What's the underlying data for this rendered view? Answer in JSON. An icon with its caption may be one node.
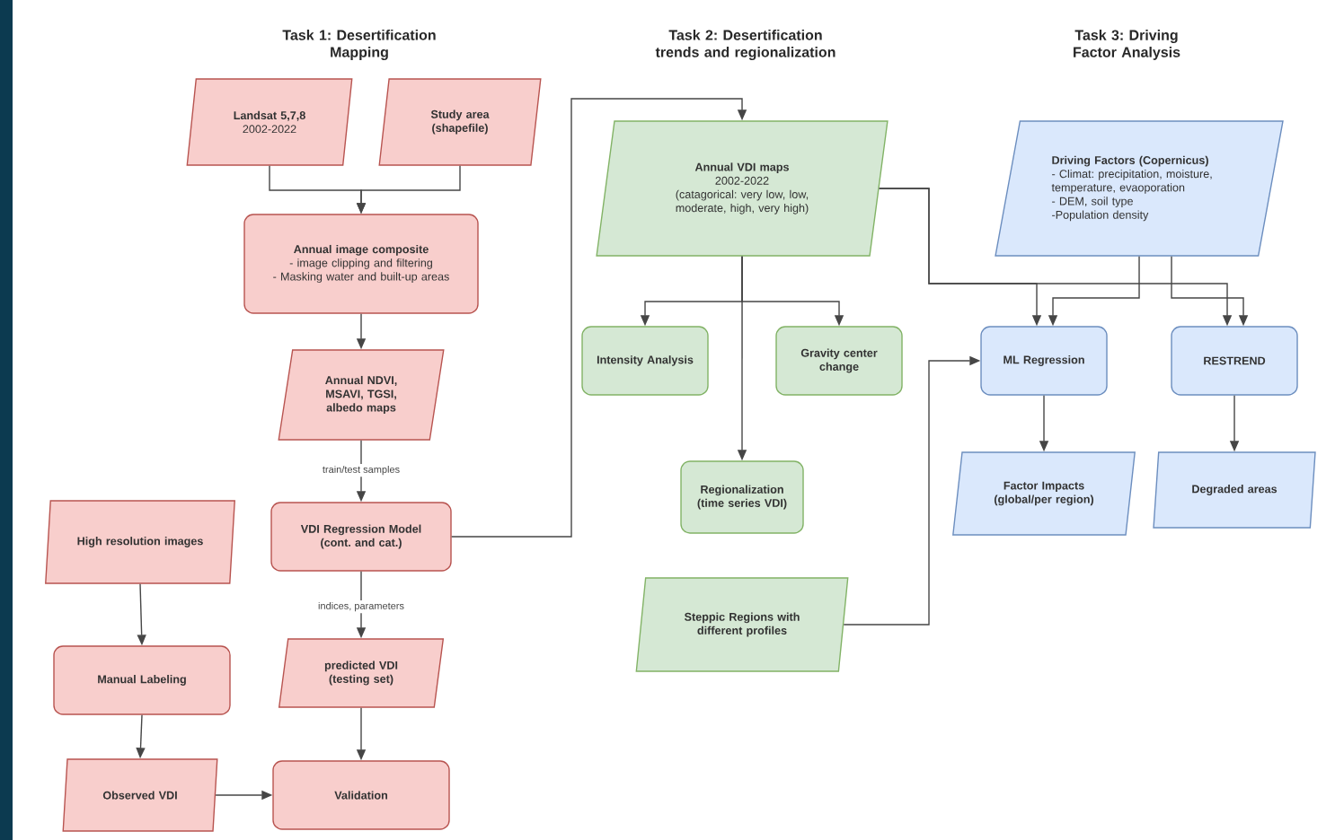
{
  "diagram": {
    "nodes": [
      {
        "text": [
          "Landsat 5,7,8",
          "2002-2022"
        ]
      },
      {
        "text": [
          "Study area",
          "(shapefile)"
        ]
      },
      {
        "text": [
          "Annual image composite",
          "- image clipping and filtering",
          "- Masking water and built-up areas"
        ]
      },
      {
        "text": [
          "Annual NDVI, MSAVI, TGSI, albedo maps"
        ]
      },
      {
        "text": [
          "VDI Regression Model",
          "(cont. and cat.)"
        ]
      },
      {
        "text": [
          "predicted VDI (testing set)"
        ]
      },
      {
        "text": [
          "Validation"
        ]
      },
      {
        "text": [
          "High resolution images"
        ]
      },
      {
        "text": [
          "Manual Labeling"
        ]
      },
      {
        "text": [
          "Observed VDI"
        ]
      },
      {
        "text": [
          "Annual VDI maps",
          "2002-2022",
          "(catagorical: very low, low, moderate, high, very high)"
        ]
      },
      {
        "text": [
          "Intensity Analysis"
        ]
      },
      {
        "text": [
          "Gravity center change"
        ]
      },
      {
        "text": [
          "Regionalization (time series VDI)"
        ]
      },
      {
        "text": [
          "Steppic Regions with different profiles"
        ]
      },
      {
        "text": [
          "Driving Factors (Copernicus)",
          "- Climat: precipitation, moisture, temperature, evaoporation",
          "- DEM, soil type",
          "-Population density"
        ]
      },
      {
        "text": [
          "ML Regression"
        ]
      },
      {
        "text": [
          "RESTREND"
        ]
      },
      {
        "text": [
          "Factor Impacts (global/per region)"
        ]
      },
      {
        "text": [
          "Degraded areas"
        ]
      }
    ],
    "edges": [
      {
        "from": 0,
        "to": 2,
        "arrow": "to"
      },
      {
        "from": 1,
        "to": 2,
        "arrow": "to"
      },
      {
        "from": 2,
        "to": 3,
        "arrow": "to"
      },
      {
        "from": 3,
        "to": 4,
        "arrow": "to",
        "label": "train/test samples"
      },
      {
        "from": 4,
        "to": 5,
        "arrow": "to",
        "label": "indices, parameters"
      },
      {
        "from": 5,
        "to": 6,
        "arrow": "to"
      },
      {
        "from": 7,
        "to": 8,
        "arrow": "to"
      },
      {
        "from": 8,
        "to": 9,
        "arrow": "to"
      },
      {
        "from": 9,
        "to": 6,
        "arrow": "to"
      },
      {
        "from": 4,
        "to": 10,
        "arrow": "to"
      },
      {
        "from": 10,
        "to": 11,
        "arrow": "to"
      },
      {
        "from": 10,
        "to": 12,
        "arrow": "to"
      },
      {
        "from": 10,
        "to": 13,
        "arrow": "to"
      },
      {
        "from": 10,
        "to": 16,
        "arrow": "to"
      },
      {
        "from": 10,
        "to": 17,
        "arrow": "to"
      },
      {
        "from": 15,
        "to": 16,
        "arrow": "to"
      },
      {
        "from": 15,
        "to": 17,
        "arrow": "to"
      },
      {
        "from": 14,
        "to": 16,
        "arrow": "to"
      },
      {
        "from": 16,
        "to": 18,
        "arrow": "to"
      },
      {
        "from": 17,
        "to": 19,
        "arrow": "to"
      }
    ],
    "labels": [
      "Task 1: Desertification Mapping",
      "Task 2: Desertification trends and regionalization",
      "Task 3: Driving Factor Analysis"
    ]
  }
}
